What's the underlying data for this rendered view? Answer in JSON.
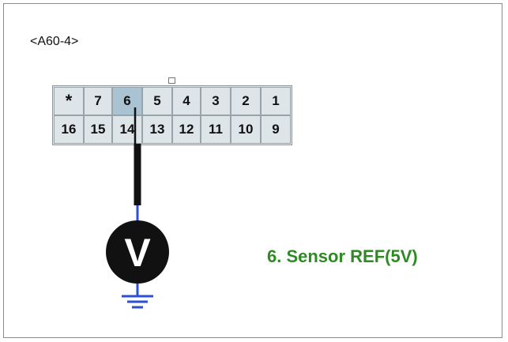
{
  "connector": {
    "label": "<A60-4>",
    "top_row": [
      "*",
      "7",
      "6",
      "5",
      "4",
      "3",
      "2",
      "1"
    ],
    "bottom_row": [
      "16",
      "15",
      "14",
      "13",
      "12",
      "11",
      "10",
      "9"
    ],
    "highlighted_pin": "6"
  },
  "meter": {
    "symbol": "V"
  },
  "note": {
    "text": "6. Sensor REF(5V)"
  },
  "colors": {
    "note_text": "#2e8b24",
    "probe_lead": "#111111",
    "ground_wire": "#2c4fd6",
    "highlight_cell": "#a9c3d2",
    "cell": "#dde5e9"
  }
}
